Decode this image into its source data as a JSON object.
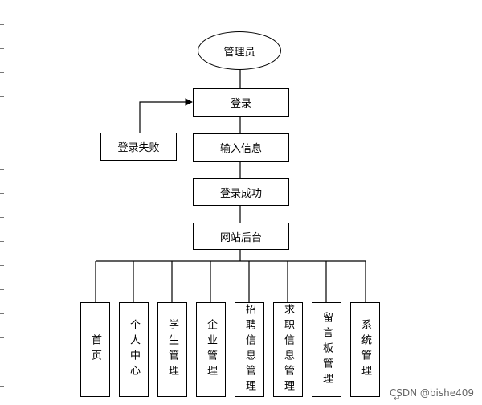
{
  "root": "管理员",
  "flow": {
    "login": "登录",
    "input_info": "输入信息",
    "login_success": "登录成功",
    "backend": "网站后台",
    "login_failed": "登录失败"
  },
  "modules": [
    "首页",
    "个人中心",
    "学生管理",
    "企业管理",
    "招聘信息管理",
    "求职信息管理",
    "留言板管理",
    "系统管理"
  ],
  "watermark": "CSDN @bishe409"
}
